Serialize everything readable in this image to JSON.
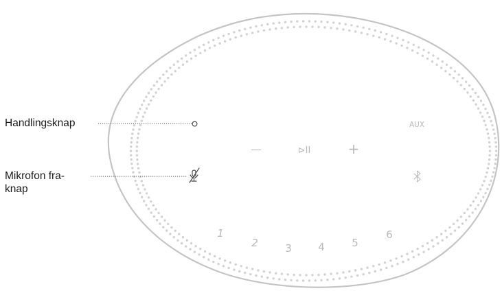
{
  "callouts": {
    "action_button": "Handlingsknap",
    "mic_off_line1": "Mikrofon fra-",
    "mic_off_line2": "knap"
  },
  "controls": {
    "volume_down": "—",
    "play_pause": "⊳II",
    "volume_up": "+",
    "aux": "AUX",
    "bluetooth": "✱"
  },
  "presets": [
    "1",
    "2",
    "3",
    "4",
    "5",
    "6"
  ],
  "colors": {
    "outline": "#c4c4c4",
    "dots": "#d2d2d2",
    "control_text": "#b9b9b9",
    "leader_line": "#555555"
  },
  "icons": {
    "action_button": "ring-icon",
    "mic_off": "microphone-off-icon",
    "bluetooth": "bluetooth-icon"
  }
}
